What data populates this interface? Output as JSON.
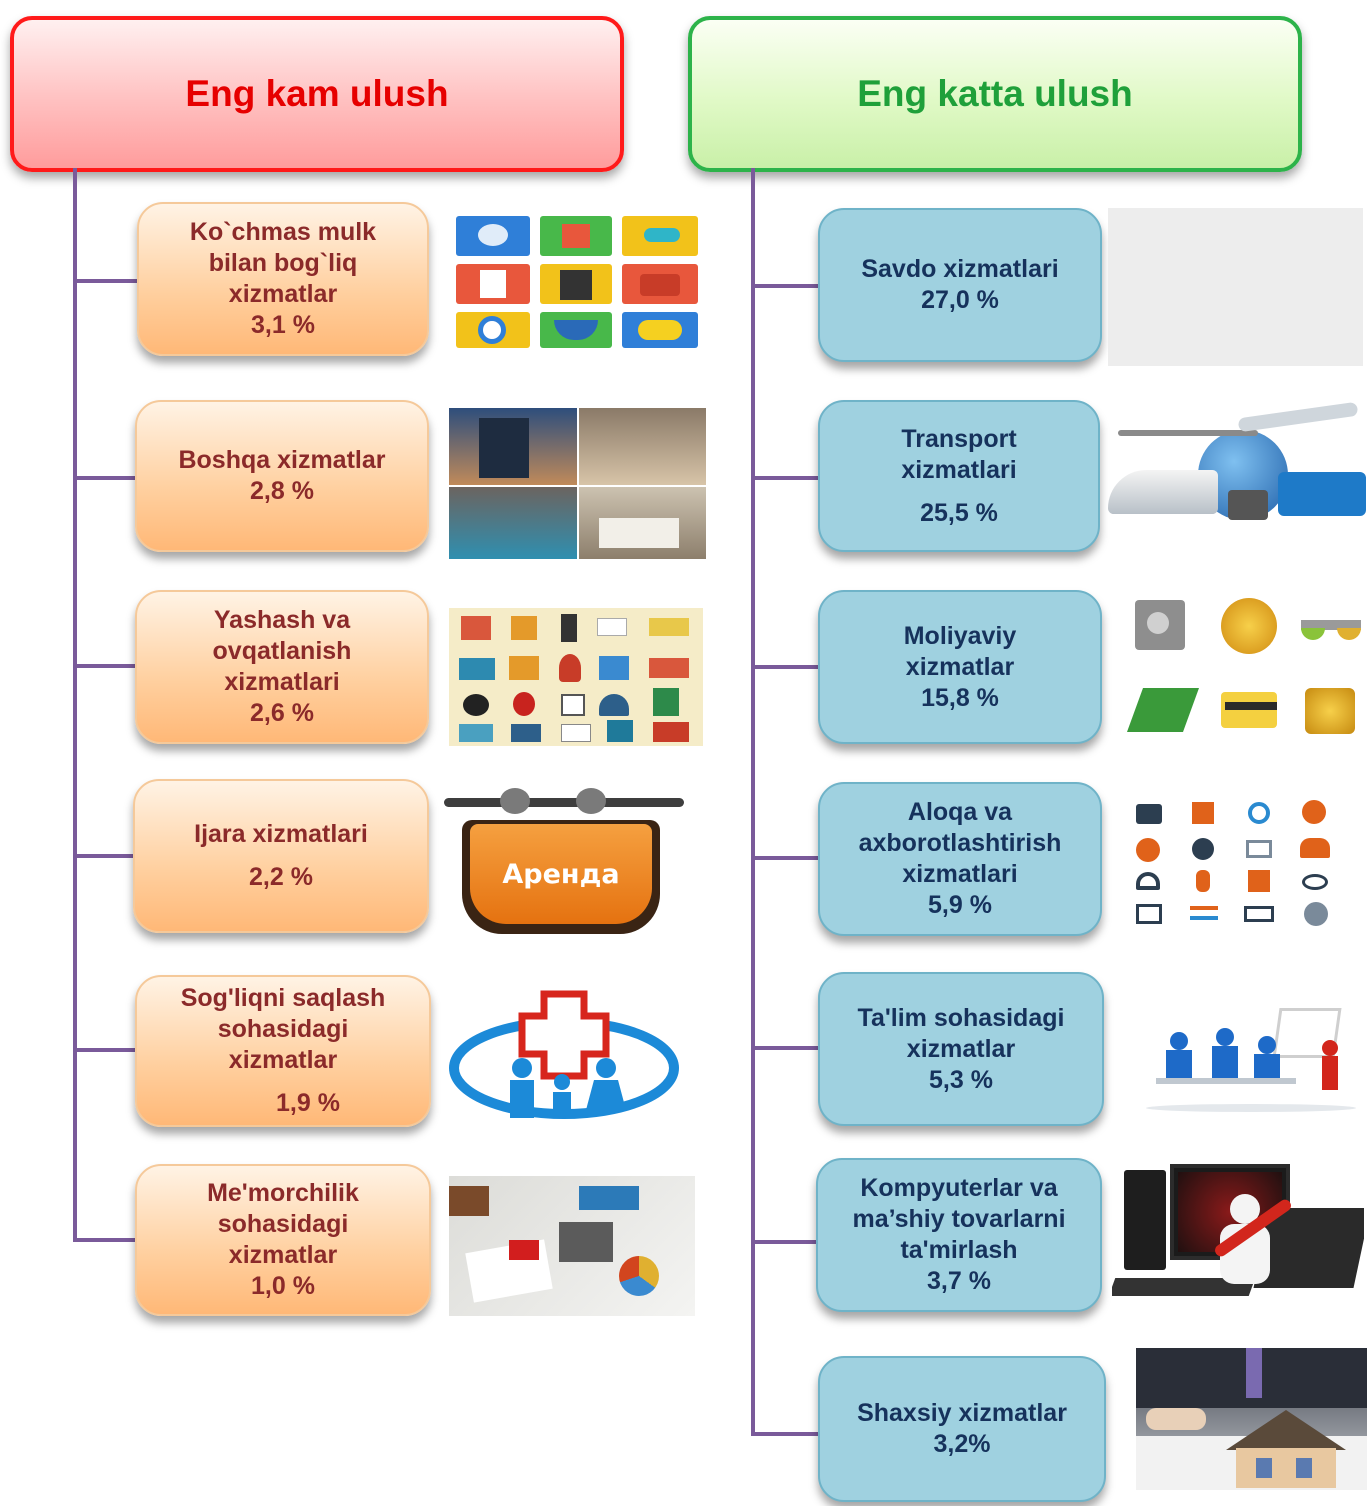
{
  "headers": {
    "left": "Eng kam ulush",
    "right": "Eng katta ulush"
  },
  "left_items": [
    {
      "lines": [
        "Ko`chmas mulk",
        "bilan bog`liq",
        "xizmatlar"
      ],
      "value": "3,1 %"
    },
    {
      "lines": [
        "Boshqa xizmatlar"
      ],
      "value": "2,8 %"
    },
    {
      "lines": [
        "Yashash va",
        "ovqatlanish",
        "xizmatlari"
      ],
      "value": "2,6 %"
    },
    {
      "lines": [
        "Ijara xizmatlari"
      ],
      "value": "2,2 %"
    },
    {
      "lines": [
        "Sog'liqni saqlash",
        "sohasidagi",
        "xizmatlar"
      ],
      "value": "1,9 %"
    },
    {
      "lines": [
        "Me'morchilik",
        "sohasidagi",
        "xizmatlar"
      ],
      "value": "1,0 %"
    }
  ],
  "right_items": [
    {
      "lines": [
        "Savdo xizmatlari"
      ],
      "value": "27,0 %"
    },
    {
      "lines": [
        "Transport",
        "xizmatlari"
      ],
      "value": "25,5 %"
    },
    {
      "lines": [
        "Moliyaviy",
        "xizmatlar"
      ],
      "value": "15,8 %"
    },
    {
      "lines": [
        "Aloqa va",
        "axborotlashtirish",
        "xizmatlari"
      ],
      "value": "5,9 %"
    },
    {
      "lines": [
        "Ta'lim sohasidagi",
        "xizmatlar"
      ],
      "value": "5,3 %"
    },
    {
      "lines": [
        "Kompyuterlar va",
        "ma’shiy tovarlarni",
        "ta'mirlash"
      ],
      "value": "3,7 %"
    },
    {
      "lines": [
        "Shaxsiy xizmatlar"
      ],
      "value": "3,2%"
    }
  ],
  "sign_text": "Аренда",
  "colors": {
    "left_header_border": "#ff1a1a",
    "right_header_border": "#2db34a",
    "connector": "#7a5a9a",
    "orange_box": "#ffcf9e",
    "blue_box": "#9fd1e0"
  }
}
